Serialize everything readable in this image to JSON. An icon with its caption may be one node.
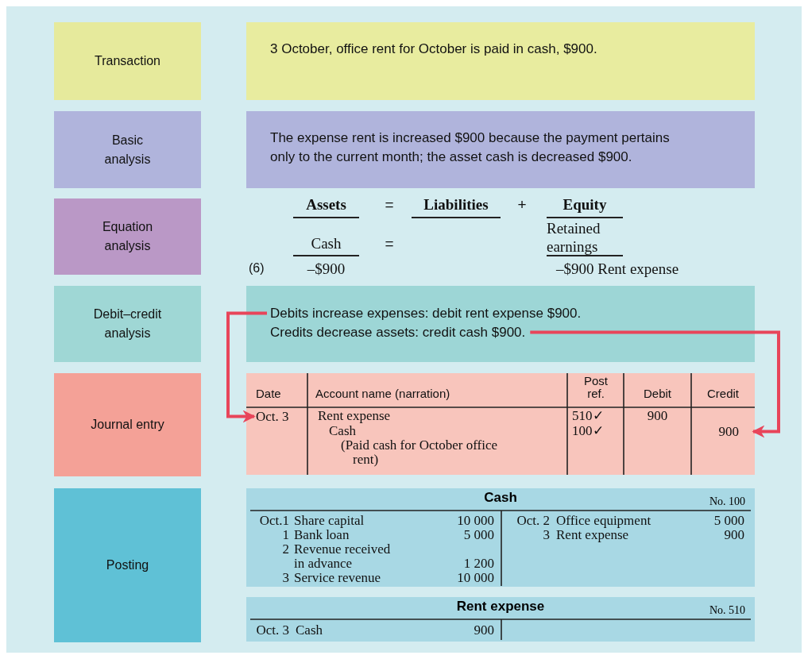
{
  "diagram": {
    "nodes": [
      {
        "text": [
          "Transaction"
        ]
      },
      {
        "text": [
          "3 October, office rent for October is paid in cash, $900."
        ]
      },
      {
        "text": [
          "Basic analysis"
        ]
      },
      {
        "text": [
          "The expense rent is increased $900 because the payment pertains only to the current month; the asset cash is decreased $900."
        ]
      },
      {
        "text": [
          "Equation analysis"
        ]
      },
      {
        "text": [
          "Debit–credit analysis"
        ]
      },
      {
        "text": [],
        "shape": "box"
      },
      {
        "text": [
          "Debits increase expenses: debit rent expense $900."
        ],
        "in": 6
      },
      {
        "text": [
          "Credits decrease assets: credit cash $900."
        ],
        "in": 6
      },
      {
        "text": [
          "Journal entry"
        ]
      },
      {
        "text": [],
        "shape": "box"
      },
      {
        "text": [
          "Oct. 3"
        ],
        "in": 10
      },
      {
        "text": [
          "900"
        ],
        "in": 10
      },
      {
        "text": [
          "Posting"
        ]
      },
      {
        "text": [
          "Cash",
          "No. 100"
        ]
      },
      {
        "text": [
          "Rent expense",
          "No. 510"
        ]
      }
    ],
    "edges": [
      {
        "from": 7,
        "to": 11,
        "arrow": "to"
      },
      {
        "from": 8,
        "to": 12,
        "arrow": "to"
      }
    ],
    "labels": [
      "Assets",
      "=",
      "Liabilities",
      "+",
      "Equity",
      "Cash",
      "=",
      "Retained earnings",
      "(6)",
      "–$900",
      "–$900 Rent expense",
      "Date",
      "Account name (narration)",
      "Post ref.",
      "Debit",
      "Credit",
      "Rent expense",
      "510✓",
      "900",
      "Cash",
      "100✓",
      "(Paid cash for October office rent)",
      "Oct.1",
      "Share capital",
      "10 000",
      "1",
      "Bank loan",
      "5 000",
      "2",
      "Revenue received in advance",
      "1 200",
      "3",
      "Service revenue",
      "10 000",
      "Oct. 2",
      "Office equipment",
      "5 000",
      "3",
      "Rent expense",
      "900",
      "Oct. 3",
      "Cash",
      "900"
    ]
  }
}
